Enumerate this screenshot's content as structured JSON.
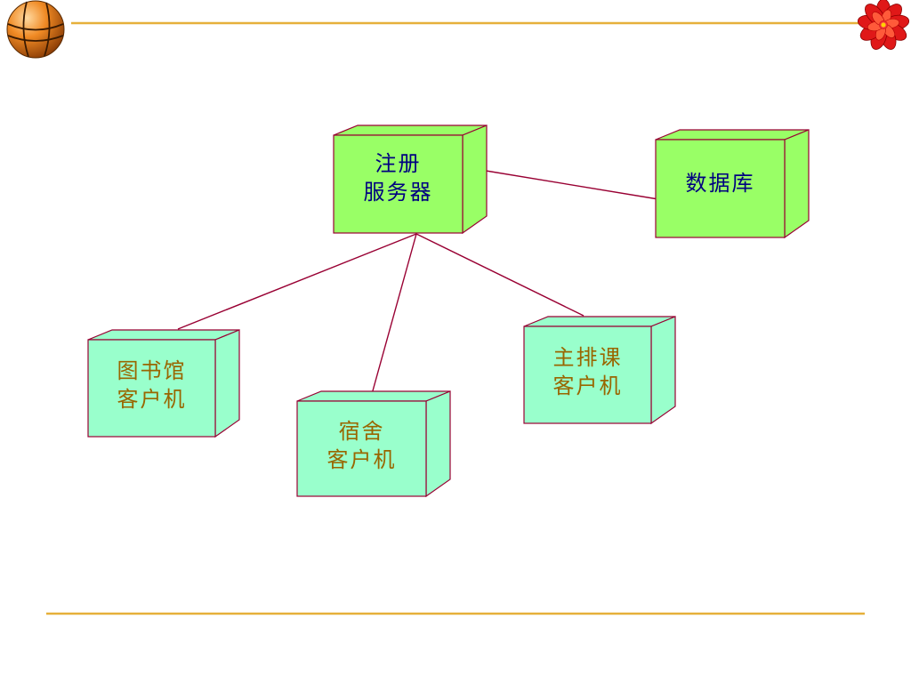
{
  "nodes": [
    {
      "id": "registration-server",
      "lines": [
        "注册",
        "服务器"
      ],
      "fill": "#99ff66",
      "text_color": "#000080"
    },
    {
      "id": "database",
      "lines": [
        "数据库"
      ],
      "fill": "#99ff66",
      "text_color": "#000080"
    },
    {
      "id": "library-client",
      "lines": [
        "图书馆",
        "客户机"
      ],
      "fill": "#99ffcc",
      "text_color": "#996600"
    },
    {
      "id": "dormitory-client",
      "lines": [
        "宿舍",
        "客户机"
      ],
      "fill": "#99ffcc",
      "text_color": "#996600"
    },
    {
      "id": "scheduling-client",
      "lines": [
        "主排课",
        "客户机"
      ],
      "fill": "#99ffcc",
      "text_color": "#996600"
    }
  ],
  "colors": {
    "edge": "#990033",
    "rule": "#e6b03a",
    "box_outline": "#990033"
  },
  "icons": {
    "top_left": "basketball-icon",
    "top_right": "red-flower-icon"
  }
}
